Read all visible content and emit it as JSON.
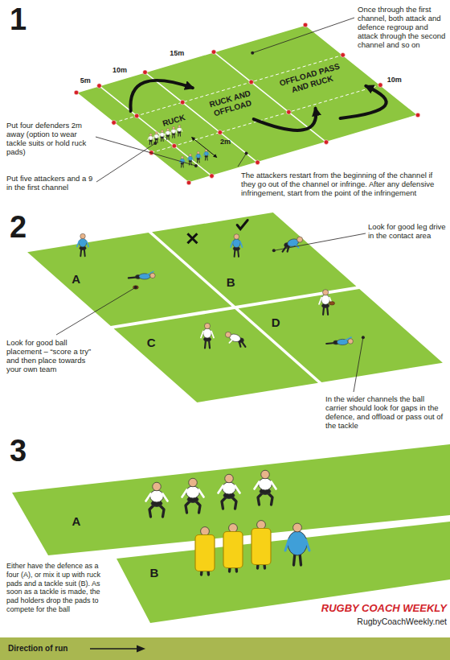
{
  "diagram": {
    "nodes": [
      {
        "text": [
          "Direction of run"
        ]
      }
    ],
    "labels": [
      "1",
      "5m",
      "10m",
      "15m",
      "10m",
      "2m",
      "RUCK",
      "RUCK AND OFFLOAD",
      "OFFLOAD PASS AND RUCK",
      "Once through the first channel, both attack and defence regroup and attack through the second channel and so on",
      "Put four defenders 2m away (option to wear tackle suits or hold ruck pads)",
      "Put five attackers and a 9 in the first channel",
      "The attackers restart from the beginning of the channel if they go out of the channel or infringe. After any defensive infringement, start from the point of the infringement",
      "2",
      "A",
      "B",
      "C",
      "D",
      "Look for good leg drive in the contact area",
      "Look for good ball placement – “score a try” and then place towards your own team",
      "In the wider channels the ball carrier should look for gaps in the defence, and offload or pass out of the tackle",
      "3",
      "A",
      "B",
      "Either have the defence as a four (A), or mix it up with ruck pads and a tackle suit (B). As soon as a tackle is made, the pad holders drop the pads to compete for the ball",
      "RUGBY COACH WEEKLY",
      "RugbyCoachWeekly.net"
    ]
  }
}
